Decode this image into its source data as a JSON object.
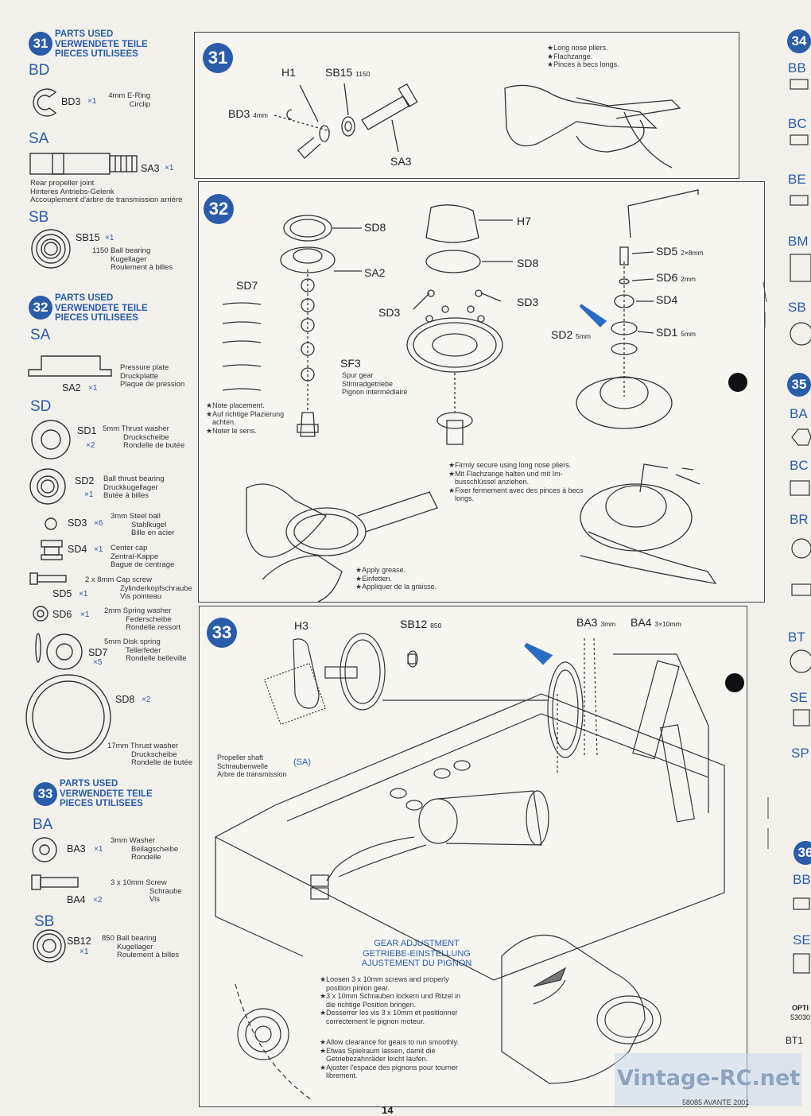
{
  "page_number": "14",
  "footer_code": "58085 AVANTE 2001",
  "watermark": "Vintage-RC.net",
  "steps": {
    "s31": {
      "number": "31",
      "header": [
        "PARTS USED",
        "VERWENDETE TEILE",
        "PIECES UTILISEES"
      ],
      "groups": [
        {
          "cat": "BD",
          "parts": [
            {
              "code": "BD3",
              "qty": "×1",
              "desc": [
                "4mm E-Ring",
                "Circlip"
              ]
            }
          ]
        },
        {
          "cat": "SA",
          "parts": [
            {
              "code": "SA3",
              "qty": "×1",
              "desc": [
                "Rear propeller joint",
                "Hinteres Antriebs-Gelenk",
                "Accouplement d'arbre de transmission arrière"
              ]
            }
          ]
        },
        {
          "cat": "SB",
          "parts": [
            {
              "code": "SB15",
              "qty": "×1",
              "desc": [
                "1150 Ball bearing",
                "Kugellager",
                "Roulement à billes"
              ]
            }
          ]
        }
      ]
    },
    "s32": {
      "number": "32",
      "header": [
        "PARTS USED",
        "VERWENDETE TEILE",
        "PIECES UTILISEES"
      ],
      "groups": [
        {
          "cat": "SA",
          "parts": [
            {
              "code": "SA2",
              "qty": "×1",
              "desc": [
                "Pressure plate",
                "Druckplatte",
                "Plaque de pression"
              ]
            }
          ]
        },
        {
          "cat": "SD",
          "parts": [
            {
              "code": "SD1",
              "qty": "×2",
              "desc": [
                "5mm Thrust washer",
                "Druckscheibe",
                "Rondelle de butée"
              ]
            },
            {
              "code": "SD2",
              "qty": "×1",
              "desc": [
                "Ball thrust bearing",
                "Druckkugellager",
                "Butée à billes"
              ]
            },
            {
              "code": "SD3",
              "qty": "×6",
              "desc": [
                "3mm Steel ball",
                "Stahlkugel",
                "Bille en acier"
              ]
            },
            {
              "code": "SD4",
              "qty": "×1",
              "desc": [
                "Center cap",
                "Zentral-Kappe",
                "Bague de centrage"
              ]
            },
            {
              "code": "SD5",
              "qty": "×1",
              "desc": [
                "2 x 8mm Cap screw",
                "Zylinderkopfschraube",
                "Vis pointeau"
              ]
            },
            {
              "code": "SD6",
              "qty": "×1",
              "desc": [
                "2mm Spring washer",
                "Federscheibe",
                "Rondelle ressort"
              ]
            },
            {
              "code": "SD7",
              "qty": "×5",
              "desc": [
                "5mm Disk spring",
                "Tellerfeder",
                "Rondelle belleville"
              ]
            },
            {
              "code": "SD8",
              "qty": "×2",
              "desc": [
                "17mm Thrust washer",
                "Druckscheibe",
                "Rondelle de butée"
              ]
            }
          ]
        }
      ]
    },
    "s33": {
      "number": "33",
      "header": [
        "PARTS USED",
        "VERWENDETE TEILE",
        "PIECES UTILISEES"
      ],
      "groups": [
        {
          "cat": "BA",
          "parts": [
            {
              "code": "BA3",
              "qty": "×1",
              "desc": [
                "3mm Washer",
                "Beilagscheibe",
                "Rondelle"
              ]
            },
            {
              "code": "BA4",
              "qty": "×2",
              "desc": [
                "3 x 10mm Screw",
                "Schraube",
                "Vis"
              ]
            }
          ]
        },
        {
          "cat": "SB",
          "parts": [
            {
              "code": "SB12",
              "qty": "×1",
              "desc": [
                "850 Ball bearing",
                "Kugellager",
                "Roulement à billes"
              ]
            }
          ]
        }
      ]
    }
  },
  "panel31": {
    "number": "31",
    "labels": {
      "h1": "H1",
      "sb15": "SB15",
      "sb15_size": "1150",
      "bd3": "BD3",
      "bd3_size": "4mm",
      "sa3": "SA3"
    },
    "tool_note": [
      "Long nose pliers.",
      "Flachzange.",
      "Pinces à becs longs."
    ]
  },
  "panel32": {
    "number": "32",
    "labels": {
      "sd8a": "SD8",
      "sa2": "SA2",
      "sd7": "SD7",
      "h7": "H7",
      "sd8b": "SD8",
      "sd3a": "SD3",
      "sd3b": "SD3",
      "sf3": "SF3",
      "sd5": "SD5",
      "sd5_size": "2×8mm",
      "sd6": "SD6",
      "sd6_size": "2mm",
      "sd4": "SD4",
      "sd2": "SD2",
      "sd2_size": "5mm",
      "sd1": "SD1",
      "sd1_size": "5mm"
    },
    "sf3_desc": [
      "Spur gear",
      "Stirnradgetriebe",
      "Pignon intermédiaire"
    ],
    "placement_note": [
      "Note placement.",
      "Auf richtige Plazierung",
      "achten.",
      "Noter le sens."
    ],
    "secure_note": [
      "Firmly secure using long nose pliers.",
      "Mit Flachzange halten und mit Im-",
      "busschlüssel anziehen.",
      "Fixer fermement avec des pinces à becs",
      "longs."
    ],
    "grease_note": [
      "Apply grease.",
      "Einfetten.",
      "Appliquer de la graisse."
    ]
  },
  "panel33": {
    "number": "33",
    "labels": {
      "h3": "H3",
      "sb12": "SB12",
      "sb12_size": "850",
      "ba3": "BA3",
      "ba3_size": "3mm",
      "ba4": "BA4",
      "ba4_size": "3×10mm"
    },
    "shaft_label": [
      "Propeller shaft",
      "Schraubenwelle",
      "Arbre de transmission"
    ],
    "shaft_code": "(SA)",
    "gear_title": [
      "GEAR ADJUSTMENT",
      "GETRIEBE-EINSTELLUNG",
      "AJUSTEMENT DU PIGNON"
    ],
    "gear_note1": [
      "Loosen 3 x 10mm screws and properly",
      "position pinion gear.",
      "3 x 10mm Schrauben lockern und Ritzel in",
      "die richtige Position bringen.",
      "Desserrer les vis 3 x 10mm et positionner",
      "correctement le pignon moteur."
    ],
    "gear_note2": [
      "Allow clearance for gears to run smoothly.",
      "Etwas Spielraum lassen, damit die",
      "Getriebezahnräder leicht laufen.",
      "Ajuster l'espace des pignons pour tourner",
      "librement."
    ]
  },
  "right_strip": {
    "steps": [
      "34",
      "35",
      "36"
    ],
    "cats": [
      "BB",
      "BC",
      "BE",
      "BM",
      "SB",
      "BA",
      "BC",
      "BR",
      "BT",
      "SE",
      "SP",
      "BB",
      "SE"
    ],
    "option_label": "OPTI",
    "option_code": "53030",
    "bt_label": "BT1"
  }
}
